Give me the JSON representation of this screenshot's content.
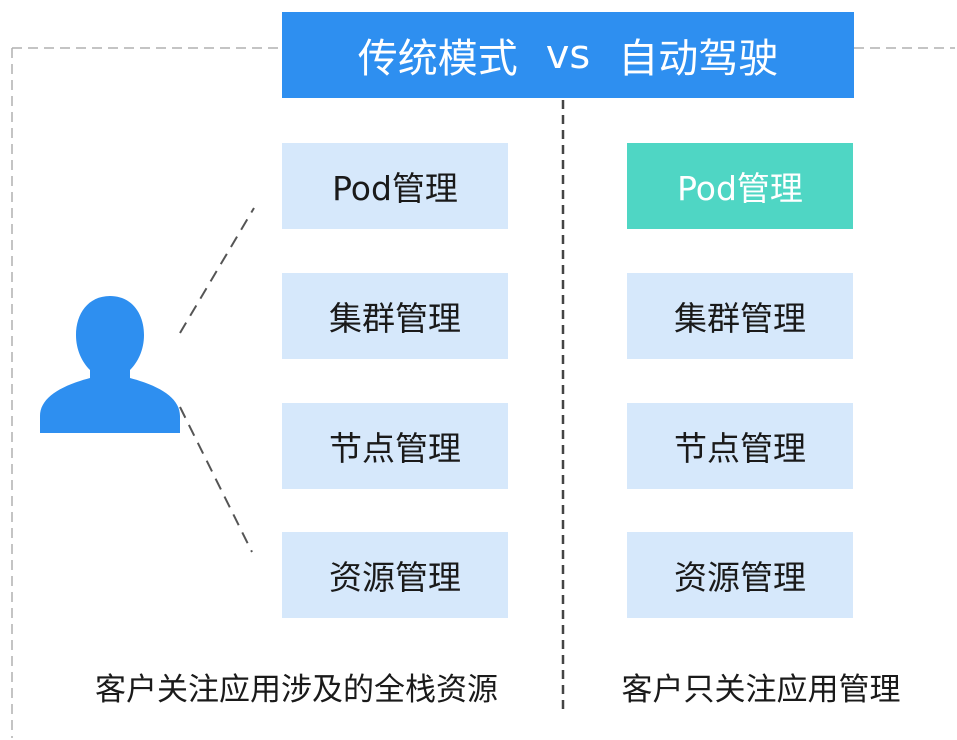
{
  "title": {
    "left": "传统模式",
    "vs": "vs",
    "right": "自动驾驶"
  },
  "left_column": {
    "items": [
      "Pod管理",
      "集群管理",
      "节点管理",
      "资源管理"
    ],
    "caption": "客户关注应用涉及的全栈资源"
  },
  "right_column": {
    "items": [
      "Pod管理",
      "集群管理",
      "节点管理",
      "资源管理"
    ],
    "highlighted_index": 0,
    "caption": "客户只关注应用管理"
  },
  "icons": {
    "user": "user-icon"
  },
  "colors": {
    "title_bg": "#2e8ff0",
    "box_bg": "#d6e8fb",
    "highlight_bg": "#4fd6c4",
    "user_icon": "#2e8ff0",
    "dash_line": "#555555",
    "frame_line": "#b0b0b0"
  }
}
